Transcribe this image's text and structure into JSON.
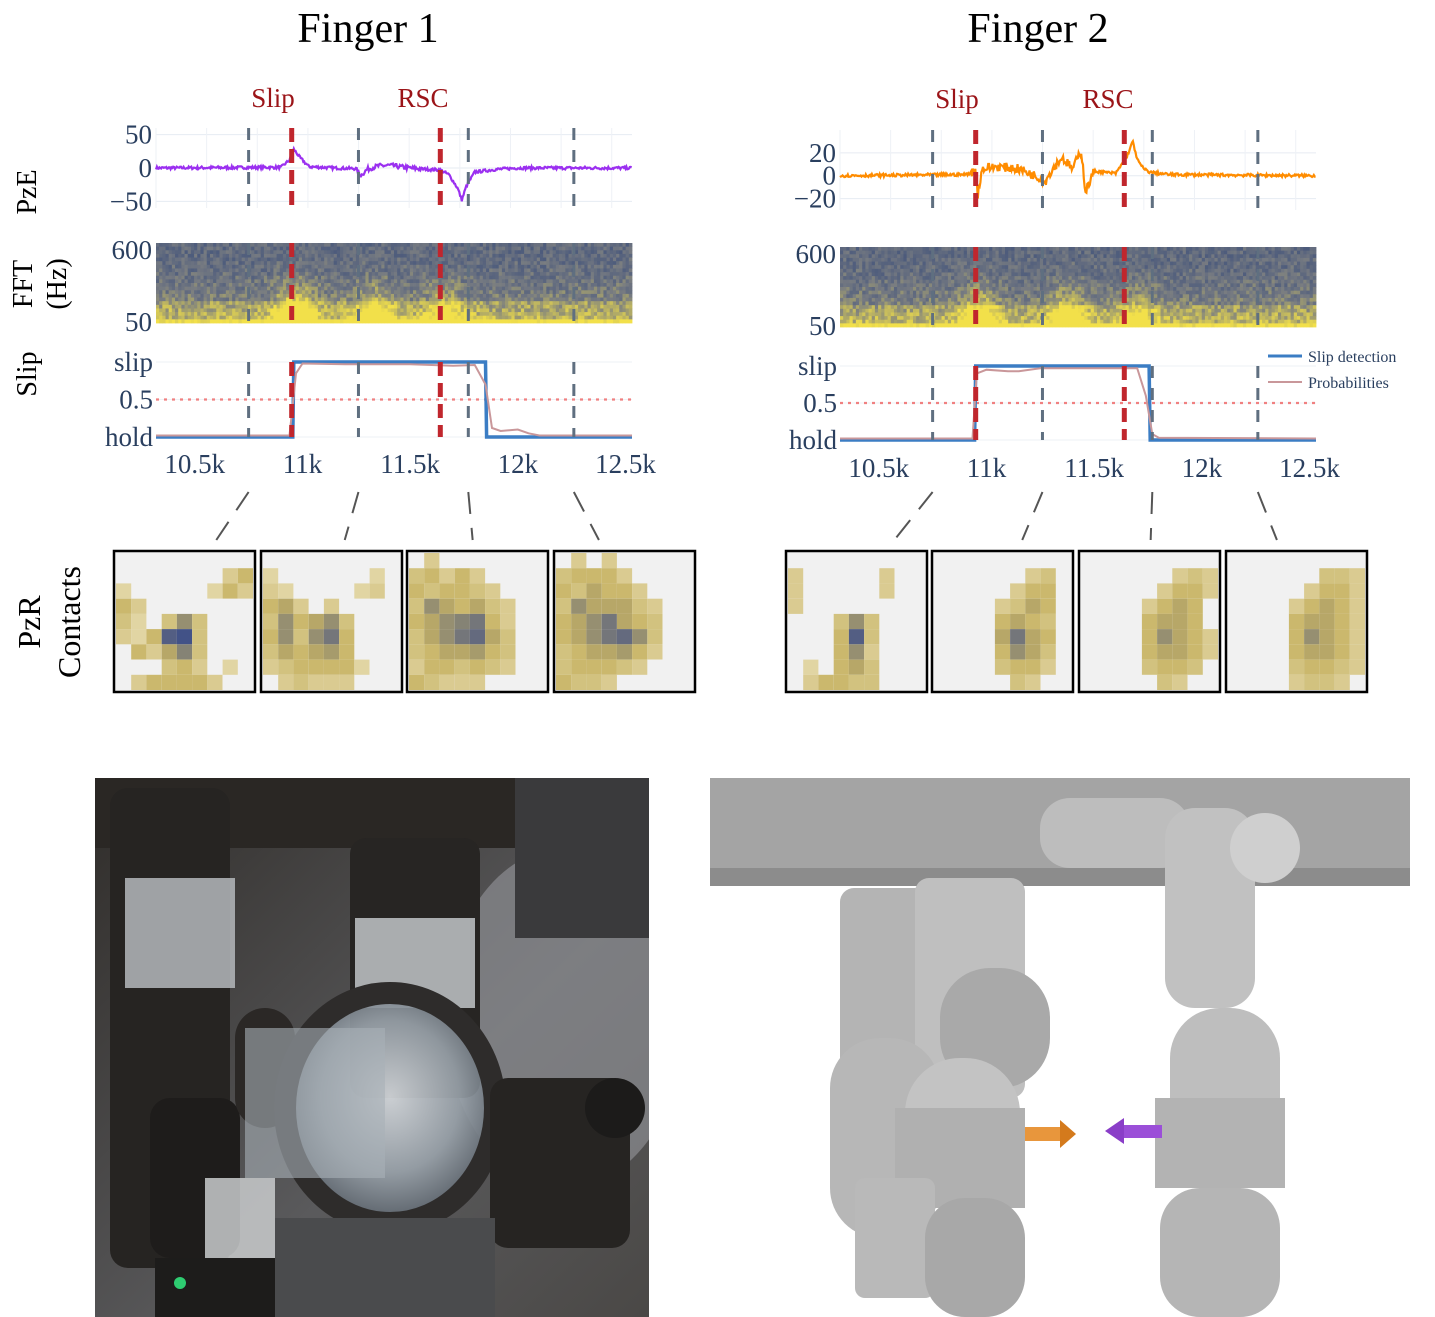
{
  "figure": {
    "panel_titles": [
      "Finger 1",
      "Finger 2"
    ],
    "row_labels": {
      "pze": "PzE",
      "fft": "FFT",
      "fft_unit": "(Hz)",
      "slip": "Slip",
      "pzr_1": "PzR",
      "pzr_2": "Contacts"
    },
    "event_labels": {
      "slip": "Slip",
      "rsc": "RSC"
    },
    "legend": {
      "slip_detection": "Slip detection",
      "probabilities": "Probabilities"
    },
    "fft_ticks": [
      "600",
      "50"
    ],
    "slip_ticks": [
      "slip",
      "0.5",
      "hold"
    ],
    "x_ticks": [
      "10.5k",
      "11k",
      "11.5k",
      "12k",
      "12.5k"
    ]
  },
  "colors": {
    "finger1_signal": "#9b30f0",
    "finger2_signal": "#ff8c00",
    "event_line": "#c0262d",
    "event_text": "#9b1418",
    "guide_line": "#5f6f80",
    "slip_detection": "#3b7dc4",
    "probabilities": "#c9979a",
    "threshold": "#f08080",
    "axis_text": "#2a3f5f",
    "spectrogram_low": "#3a4d7a",
    "spectrogram_high": "#f2e04a"
  },
  "chart_data": [
    {
      "type": "line",
      "panel": "Finger 1",
      "subplot": "PzE",
      "ylim": [
        -60,
        60
      ],
      "yticks": [
        50,
        0,
        -50
      ],
      "xlim": [
        10320,
        12530
      ],
      "x": [
        10320,
        10900,
        10940,
        10960,
        10990,
        11030,
        11150,
        11250,
        11270,
        11300,
        11350,
        11400,
        11500,
        11580,
        11640,
        11680,
        11720,
        11740,
        11760,
        11800,
        11900,
        12000,
        12530
      ],
      "y": [
        0,
        1,
        12,
        28,
        15,
        2,
        0,
        -1,
        -12,
        -2,
        3,
        4,
        0,
        -2,
        -3,
        -10,
        -30,
        -48,
        -28,
        -6,
        -2,
        0,
        0
      ],
      "events": {
        "slip": 10950,
        "rsc": 11640
      },
      "guides": [
        10750,
        11260,
        11770,
        12260
      ]
    },
    {
      "type": "heatmap",
      "panel": "Finger 1",
      "subplot": "FFT (Hz)",
      "ylim": [
        50,
        600
      ],
      "xlim": [
        10320,
        12530
      ],
      "energy_bursts": [
        {
          "x": 10970,
          "strength": 1.0
        },
        {
          "x": 11330,
          "strength": 0.7
        },
        {
          "x": 11660,
          "strength": 0.6
        }
      ]
    },
    {
      "type": "line",
      "panel": "Finger 1",
      "subplot": "Slip",
      "yticks": [
        "slip",
        "0.5",
        "hold"
      ],
      "threshold": 0.5,
      "xlim": [
        10320,
        12530
      ],
      "series": [
        {
          "name": "Slip detection",
          "x": [
            10320,
            10955,
            10960,
            11850,
            11855,
            12530
          ],
          "y": [
            0,
            0,
            1,
            1,
            0,
            0
          ]
        },
        {
          "name": "Probabilities",
          "x": [
            10320,
            10940,
            10970,
            11000,
            11200,
            11500,
            11700,
            11800,
            11850,
            11880,
            11920,
            12000,
            12050,
            12100,
            12530
          ],
          "y": [
            0.02,
            0.02,
            0.85,
            0.98,
            0.97,
            0.97,
            0.95,
            0.96,
            0.7,
            0.12,
            0.08,
            0.1,
            0.05,
            0.02,
            0.02
          ]
        }
      ],
      "events": {
        "slip": 10950,
        "rsc": 11640
      },
      "guides": [
        10750,
        11260,
        11770,
        12260
      ]
    },
    {
      "type": "line",
      "panel": "Finger 2",
      "subplot": "PzE",
      "ylim": [
        -30,
        40
      ],
      "yticks": [
        20,
        0,
        -20
      ],
      "xlim": [
        10320,
        12530
      ],
      "x": [
        10320,
        10900,
        10950,
        10960,
        10980,
        11050,
        11150,
        11250,
        11270,
        11300,
        11350,
        11400,
        11440,
        11460,
        11500,
        11600,
        11650,
        11680,
        11700,
        11730,
        11760,
        11850,
        12530
      ],
      "y": [
        0,
        1,
        4,
        -16,
        6,
        8,
        6,
        -2,
        -6,
        4,
        16,
        6,
        22,
        -14,
        4,
        2,
        16,
        30,
        14,
        6,
        3,
        1,
        0
      ],
      "events": {
        "slip": 10950,
        "rsc": 11640
      },
      "guides": [
        10750,
        11260,
        11770,
        12260
      ]
    },
    {
      "type": "heatmap",
      "panel": "Finger 2",
      "subplot": "FFT (Hz)",
      "ylim": [
        50,
        600
      ],
      "xlim": [
        10320,
        12530
      ],
      "energy_bursts": [
        {
          "x": 10970,
          "strength": 0.8
        },
        {
          "x": 11380,
          "strength": 0.8
        },
        {
          "x": 11700,
          "strength": 0.6
        }
      ]
    },
    {
      "type": "line",
      "panel": "Finger 2",
      "subplot": "Slip",
      "yticks": [
        "slip",
        "0.5",
        "hold"
      ],
      "threshold": 0.5,
      "xlim": [
        10320,
        12530
      ],
      "series": [
        {
          "name": "Slip detection",
          "x": [
            10320,
            10945,
            10950,
            11755,
            11760,
            12530
          ],
          "y": [
            0,
            0,
            1,
            1,
            0,
            0
          ]
        },
        {
          "name": "Probabilities",
          "x": [
            10320,
            10935,
            10955,
            11000,
            11100,
            11150,
            11250,
            11500,
            11700,
            11740,
            11770,
            11800,
            12530
          ],
          "y": [
            0.02,
            0.02,
            0.9,
            0.95,
            0.93,
            0.93,
            0.97,
            0.97,
            0.97,
            0.6,
            0.08,
            0.03,
            0.02
          ]
        }
      ],
      "events": {
        "slip": 10950,
        "rsc": 11640
      },
      "guides": [
        10750,
        11260,
        11770,
        12260
      ]
    },
    {
      "type": "heatmap",
      "panel": "Finger 1",
      "subplot": "PzR Contacts",
      "frames": [
        [
          [
            0,
            0,
            0,
            0,
            0,
            0,
            0,
            0,
            0
          ],
          [
            0,
            0,
            0,
            0,
            0,
            0,
            0,
            0.3,
            0.5
          ],
          [
            0.2,
            0,
            0,
            0,
            0,
            0,
            0.2,
            0.5,
            0.3
          ],
          [
            0.5,
            0.3,
            0,
            0,
            0,
            0,
            0,
            0,
            0
          ],
          [
            0.4,
            0.2,
            0,
            0.4,
            0.7,
            0.4,
            0,
            0,
            0
          ],
          [
            0.3,
            0.2,
            0.5,
            0.9,
            0.95,
            0.4,
            0,
            0,
            0
          ],
          [
            0,
            0.5,
            0.3,
            0.6,
            0.75,
            0.4,
            0,
            0,
            0
          ],
          [
            0,
            0,
            0,
            0.4,
            0.5,
            0.3,
            0,
            0.2,
            0
          ],
          [
            0,
            0.3,
            0.5,
            0.5,
            0.5,
            0.5,
            0.3,
            0,
            0
          ]
        ],
        [
          [
            0,
            0,
            0,
            0,
            0,
            0,
            0,
            0,
            0
          ],
          [
            0.2,
            0,
            0,
            0,
            0,
            0,
            0,
            0.2,
            0
          ],
          [
            0.3,
            0.2,
            0,
            0,
            0,
            0,
            0.2,
            0.3,
            0
          ],
          [
            0.5,
            0.6,
            0.3,
            0,
            0.3,
            0,
            0,
            0,
            0
          ],
          [
            0.4,
            0.7,
            0.5,
            0.6,
            0.7,
            0.4,
            0,
            0,
            0
          ],
          [
            0.5,
            0.7,
            0.4,
            0.7,
            0.8,
            0.5,
            0,
            0,
            0
          ],
          [
            0.4,
            0.6,
            0.5,
            0.6,
            0.65,
            0.5,
            0,
            0,
            0
          ],
          [
            0.3,
            0.4,
            0.5,
            0.5,
            0.5,
            0.5,
            0.2,
            0,
            0
          ],
          [
            0,
            0.3,
            0.4,
            0.3,
            0.3,
            0.3,
            0,
            0,
            0
          ]
        ],
        [
          [
            0,
            0.3,
            0,
            0,
            0,
            0,
            0,
            0,
            0
          ],
          [
            0.4,
            0.5,
            0.3,
            0.5,
            0.3,
            0,
            0,
            0,
            0
          ],
          [
            0.5,
            0.4,
            0.5,
            0.5,
            0.4,
            0.3,
            0,
            0,
            0
          ],
          [
            0.4,
            0.7,
            0.6,
            0.5,
            0.6,
            0.4,
            0.3,
            0,
            0
          ],
          [
            0.5,
            0.6,
            0.7,
            0.75,
            0.8,
            0.5,
            0.3,
            0,
            0
          ],
          [
            0.4,
            0.6,
            0.7,
            0.8,
            0.85,
            0.6,
            0.4,
            0,
            0
          ],
          [
            0.4,
            0.5,
            0.6,
            0.6,
            0.65,
            0.5,
            0.4,
            0,
            0
          ],
          [
            0.3,
            0.5,
            0.5,
            0.4,
            0.5,
            0.4,
            0.3,
            0,
            0
          ],
          [
            0.5,
            0.4,
            0.3,
            0.3,
            0.3,
            0,
            0,
            0,
            0
          ]
        ],
        [
          [
            0,
            0.3,
            0,
            0.3,
            0,
            0,
            0,
            0,
            0
          ],
          [
            0.4,
            0.5,
            0.5,
            0.5,
            0.3,
            0,
            0,
            0,
            0
          ],
          [
            0.5,
            0.4,
            0.6,
            0.5,
            0.5,
            0.3,
            0,
            0,
            0
          ],
          [
            0.4,
            0.7,
            0.6,
            0.6,
            0.6,
            0.4,
            0.3,
            0,
            0
          ],
          [
            0.5,
            0.6,
            0.7,
            0.8,
            0.6,
            0.5,
            0.4,
            0,
            0
          ],
          [
            0.5,
            0.6,
            0.7,
            0.8,
            0.85,
            0.7,
            0.4,
            0,
            0
          ],
          [
            0.4,
            0.5,
            0.6,
            0.6,
            0.65,
            0.5,
            0.3,
            0,
            0
          ],
          [
            0.4,
            0.5,
            0.5,
            0.5,
            0.4,
            0.3,
            0,
            0,
            0
          ],
          [
            0.5,
            0.4,
            0.4,
            0.3,
            0,
            0,
            0,
            0,
            0
          ]
        ]
      ]
    },
    {
      "type": "heatmap",
      "panel": "Finger 2",
      "subplot": "PzR Contacts",
      "frames": [
        [
          [
            0,
            0,
            0,
            0,
            0,
            0,
            0,
            0,
            0
          ],
          [
            0.3,
            0,
            0,
            0,
            0,
            0,
            0.3,
            0,
            0
          ],
          [
            0.3,
            0,
            0,
            0,
            0,
            0,
            0.3,
            0,
            0
          ],
          [
            0.3,
            0,
            0,
            0,
            0,
            0,
            0,
            0,
            0
          ],
          [
            0,
            0,
            0,
            0.4,
            0.7,
            0.4,
            0,
            0,
            0
          ],
          [
            0,
            0,
            0,
            0.5,
            0.9,
            0.4,
            0,
            0,
            0
          ],
          [
            0,
            0,
            0,
            0.5,
            0.7,
            0.3,
            0,
            0,
            0
          ],
          [
            0,
            0.2,
            0,
            0.5,
            0.6,
            0.4,
            0,
            0,
            0
          ],
          [
            0,
            0.3,
            0.5,
            0.5,
            0.4,
            0.4,
            0,
            0,
            0
          ]
        ],
        [
          [
            0,
            0,
            0,
            0,
            0,
            0,
            0,
            0,
            0
          ],
          [
            0,
            0,
            0,
            0,
            0,
            0,
            0.3,
            0.4,
            0
          ],
          [
            0,
            0,
            0,
            0,
            0,
            0.3,
            0.5,
            0.5,
            0
          ],
          [
            0,
            0,
            0,
            0,
            0.3,
            0.4,
            0.6,
            0.5,
            0
          ],
          [
            0,
            0,
            0,
            0,
            0.5,
            0.6,
            0.5,
            0.4,
            0
          ],
          [
            0,
            0,
            0,
            0,
            0.6,
            0.8,
            0.6,
            0.5,
            0
          ],
          [
            0,
            0,
            0,
            0,
            0.5,
            0.7,
            0.6,
            0.4,
            0
          ],
          [
            0,
            0,
            0,
            0,
            0.4,
            0.5,
            0.5,
            0.3,
            0
          ],
          [
            0,
            0,
            0,
            0,
            0,
            0.4,
            0.3,
            0,
            0
          ]
        ],
        [
          [
            0,
            0,
            0,
            0,
            0,
            0,
            0,
            0,
            0
          ],
          [
            0,
            0,
            0,
            0,
            0,
            0,
            0.3,
            0.4,
            0.3
          ],
          [
            0,
            0,
            0,
            0,
            0,
            0.3,
            0.5,
            0.5,
            0.3
          ],
          [
            0,
            0,
            0,
            0,
            0.3,
            0.5,
            0.6,
            0.5,
            0
          ],
          [
            0,
            0,
            0,
            0,
            0.5,
            0.6,
            0.6,
            0.5,
            0
          ],
          [
            0,
            0,
            0,
            0,
            0.5,
            0.7,
            0.6,
            0.5,
            0.3
          ],
          [
            0,
            0,
            0,
            0,
            0.5,
            0.6,
            0.6,
            0.5,
            0.3
          ],
          [
            0,
            0,
            0,
            0,
            0.4,
            0.5,
            0.5,
            0.4,
            0
          ],
          [
            0,
            0,
            0,
            0,
            0,
            0.4,
            0.3,
            0,
            0
          ]
        ],
        [
          [
            0,
            0,
            0,
            0,
            0,
            0,
            0,
            0,
            0
          ],
          [
            0,
            0,
            0,
            0,
            0,
            0,
            0.4,
            0.4,
            0.3
          ],
          [
            0,
            0,
            0,
            0,
            0,
            0.3,
            0.5,
            0.5,
            0.3
          ],
          [
            0,
            0,
            0,
            0,
            0.3,
            0.5,
            0.6,
            0.5,
            0.3
          ],
          [
            0,
            0,
            0,
            0,
            0.5,
            0.6,
            0.6,
            0.5,
            0.3
          ],
          [
            0,
            0,
            0,
            0,
            0.5,
            0.7,
            0.6,
            0.5,
            0.3
          ],
          [
            0,
            0,
            0,
            0,
            0.5,
            0.6,
            0.6,
            0.5,
            0.3
          ],
          [
            0,
            0,
            0,
            0,
            0.4,
            0.5,
            0.5,
            0.4,
            0.3
          ],
          [
            0,
            0,
            0,
            0,
            0.3,
            0.4,
            0.4,
            0.3,
            0
          ]
        ]
      ]
    }
  ]
}
